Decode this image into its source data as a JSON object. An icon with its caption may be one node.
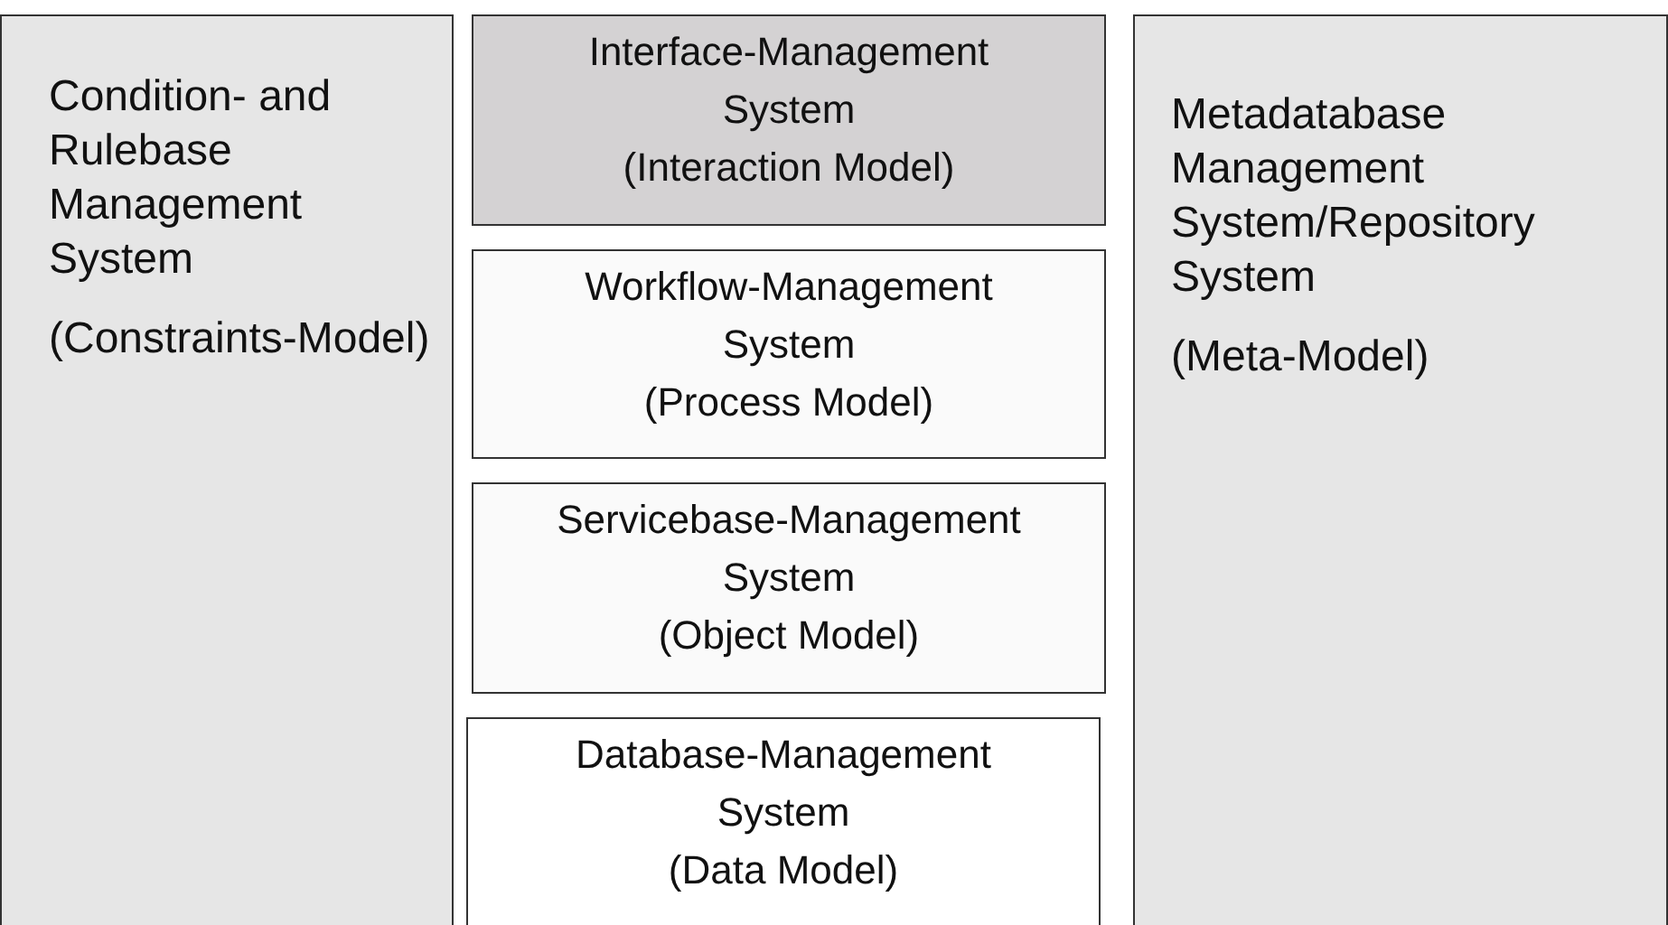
{
  "diagram": {
    "nodes": [
      {
        "text": [
          "Condition- and Rulebase Management System",
          "(Constraints-Model)"
        ]
      },
      {
        "text": [
          "Interface-Management System",
          "(Interaction Model)"
        ]
      },
      {
        "text": [
          "Workflow-Management System",
          "(Process Model)"
        ]
      },
      {
        "text": [
          "Servicebase-Management System",
          "(Object Model)"
        ]
      },
      {
        "text": [
          "Database-Management System",
          "(Data Model)"
        ]
      },
      {
        "text": [
          "Metadatabase Management System/Repository System",
          "(Meta-Model)"
        ]
      }
    ]
  }
}
